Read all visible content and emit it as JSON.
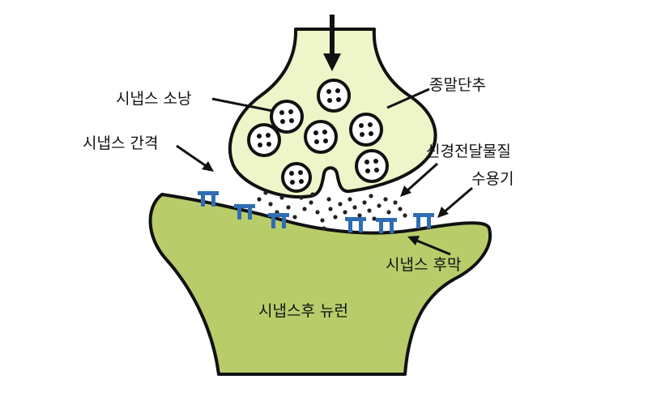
{
  "diagram": {
    "labels": {
      "synaptic_vesicle": "시냅스 소낭",
      "axon_terminal": "종말단추",
      "synaptic_cleft": "시냅스 간격",
      "neurotransmitter": "신경전달물질",
      "receptor": "수용기",
      "postsynaptic_membrane": "시냅스 후막",
      "postsynaptic_neuron": "시냅스후 뉴런"
    },
    "colors": {
      "presynaptic_fill": "#eef5c8",
      "postsynaptic_fill": "#b8cc6a",
      "outline": "#111111",
      "receptor": "#2f6db3",
      "transmitter_dot": "#222222"
    },
    "icons": {
      "signal_arrow": "down-arrow-icon",
      "receptor_glyph": "π"
    }
  }
}
